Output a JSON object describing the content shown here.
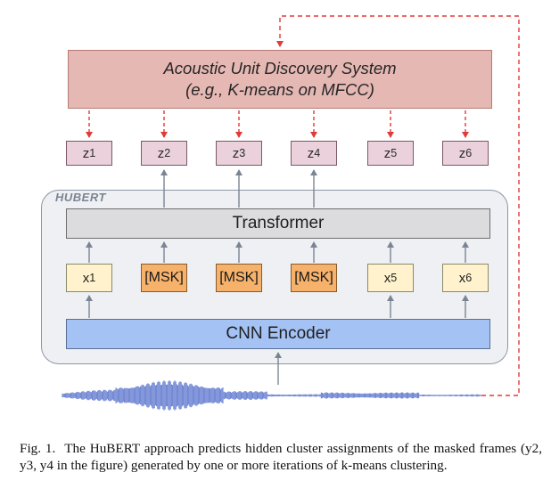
{
  "acoustic": {
    "line1": "Acoustic Unit Discovery System",
    "line2": "(e.g., K-means on MFCC)"
  },
  "targets": [
    {
      "base": "z",
      "sub": "1"
    },
    {
      "base": "z",
      "sub": "2"
    },
    {
      "base": "z",
      "sub": "3"
    },
    {
      "base": "z",
      "sub": "4"
    },
    {
      "base": "z",
      "sub": "5"
    },
    {
      "base": "z",
      "sub": "6"
    }
  ],
  "hubert": {
    "label": "HUBERT",
    "transformer": "Transformer",
    "encoder": "CNN Encoder"
  },
  "inputs": [
    {
      "kind": "frame",
      "base": "x",
      "sub": "1"
    },
    {
      "kind": "mask",
      "text": "[MSK]"
    },
    {
      "kind": "mask",
      "text": "[MSK]"
    },
    {
      "kind": "mask",
      "text": "[MSK]"
    },
    {
      "kind": "frame",
      "base": "x",
      "sub": "5"
    },
    {
      "kind": "frame",
      "base": "x",
      "sub": "6"
    }
  ],
  "caption": {
    "label": "Fig. 1.",
    "text": "The HuBERT approach predicts hidden cluster assignments of the masked frames (y2, y3, y4 in the figure) generated by one or more iterations of k-means clustering."
  },
  "colors": {
    "acoustic_fill": "#e6b8b4",
    "target_fill": "#ead1dc",
    "transformer_fill": "#dcdcde",
    "frame_fill": "#fff2cc",
    "mask_fill": "#f6b26b",
    "encoder_fill": "#a4c2f4",
    "dashed_arrow": "#e03a3a",
    "solid_arrow": "#7a8594",
    "waveform": "#4a66c8"
  }
}
